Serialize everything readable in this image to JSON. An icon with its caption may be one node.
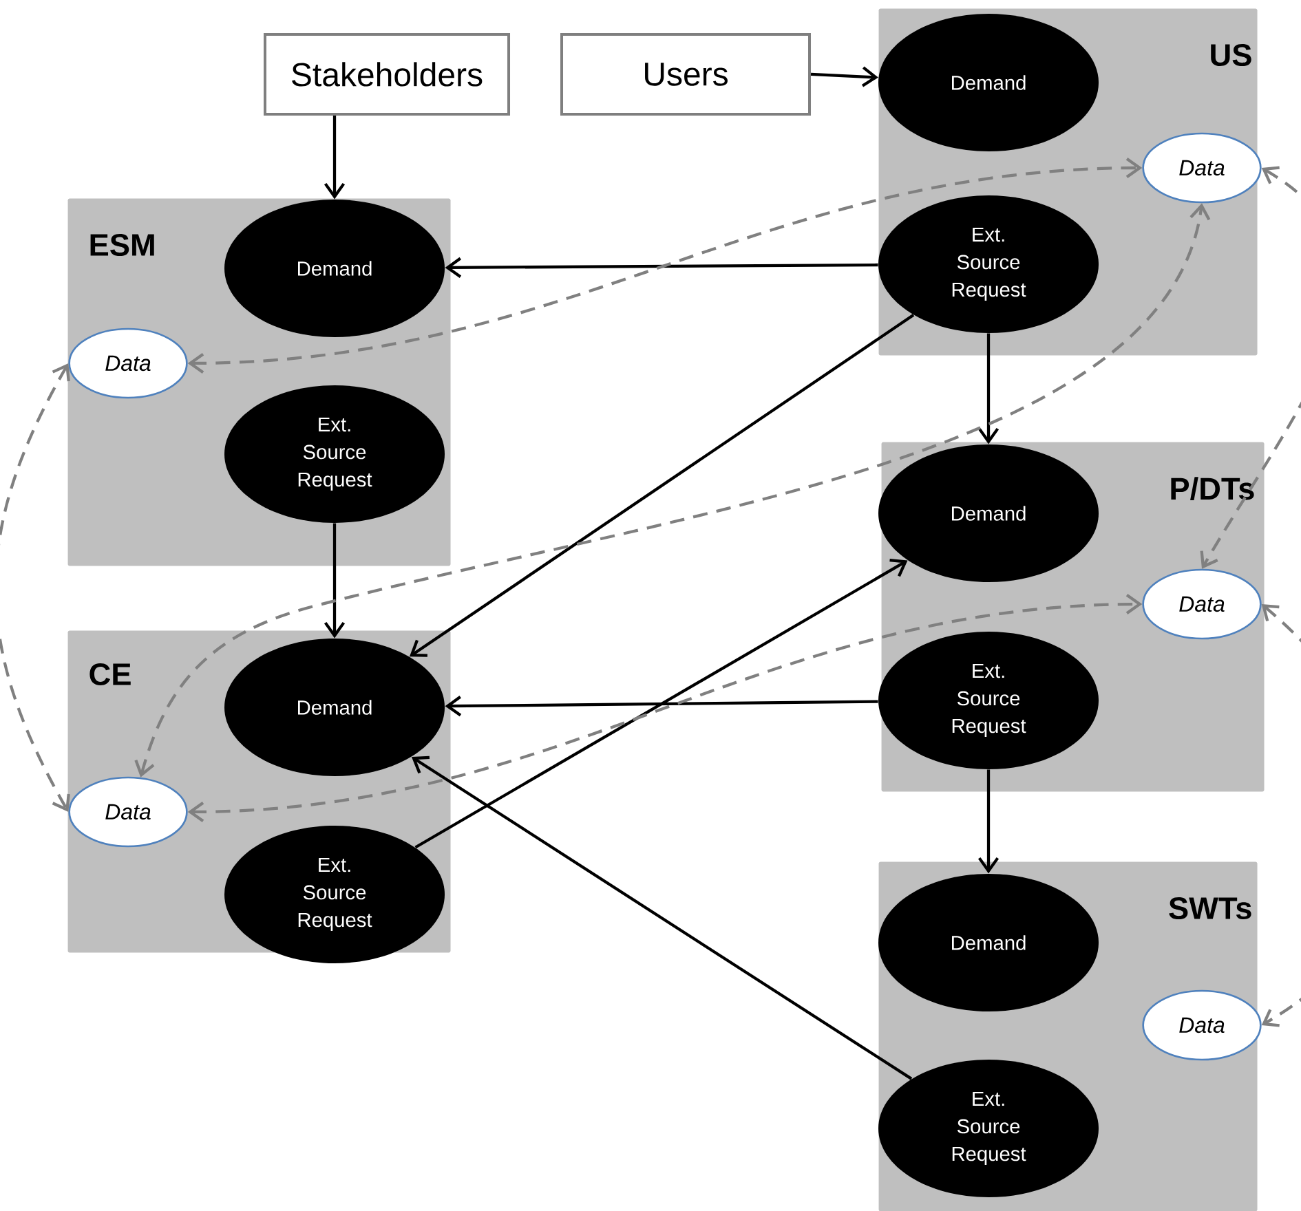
{
  "diagram": {
    "nodes": [
      {
        "text": [
          "Stakeholders"
        ]
      },
      {
        "text": [
          "Users"
        ]
      },
      {
        "text": [
          "US"
        ]
      },
      {
        "text": [
          "Demand"
        ],
        "in": 2
      },
      {
        "text": [
          "Data"
        ],
        "in": 2
      },
      {
        "text": [
          "Ext. Source Request"
        ],
        "in": 2
      },
      {
        "text": [
          "ESM"
        ]
      },
      {
        "text": [
          "Demand"
        ],
        "in": 6
      },
      {
        "text": [
          "Data"
        ],
        "in": 6
      },
      {
        "text": [
          "Ext. Source Request"
        ],
        "in": 6
      },
      {
        "text": [
          "P/DTs"
        ]
      },
      {
        "text": [
          "Demand"
        ],
        "in": 10
      },
      {
        "text": [
          "Data"
        ],
        "in": 10
      },
      {
        "text": [
          "Ext. Source Request"
        ],
        "in": 10
      },
      {
        "text": [
          "CE"
        ]
      },
      {
        "text": [
          "Demand"
        ],
        "in": 14
      },
      {
        "text": [
          "Data"
        ],
        "in": 14
      },
      {
        "text": [
          "Ext. Source Request"
        ],
        "in": 14
      },
      {
        "text": [
          "SWTs"
        ]
      },
      {
        "text": [
          "Demand"
        ],
        "in": 18
      },
      {
        "text": [
          "Data"
        ],
        "in": 18
      },
      {
        "text": [
          "Ext. Source Request"
        ],
        "in": 18
      }
    ],
    "edges": [
      {
        "from": 0,
        "to": 7,
        "arrow": "to"
      },
      {
        "from": 1,
        "to": 3,
        "arrow": "to"
      },
      {
        "from": 5,
        "to": 7,
        "arrow": "to"
      },
      {
        "from": 5,
        "to": 15,
        "arrow": "to"
      },
      {
        "from": 5,
        "to": 11,
        "arrow": "to"
      },
      {
        "from": 9,
        "to": 15,
        "arrow": "to"
      },
      {
        "from": 13,
        "to": 15,
        "arrow": "to"
      },
      {
        "from": 17,
        "to": 11,
        "arrow": "to"
      },
      {
        "from": 13,
        "to": 19,
        "arrow": "to"
      },
      {
        "from": 21,
        "to": 15,
        "arrow": "to"
      },
      {
        "from": 8,
        "to": 4,
        "arrow": "both",
        "style": "dashed",
        "color": "#808080"
      },
      {
        "from": 16,
        "to": 4,
        "arrow": "both",
        "style": "dashed",
        "color": "#808080"
      },
      {
        "from": 16,
        "to": 12,
        "arrow": "both",
        "style": "dashed",
        "color": "#808080"
      },
      {
        "from": 8,
        "to": 16,
        "arrow": "both",
        "style": "dashed",
        "color": "#808080"
      },
      {
        "from": 4,
        "to": 12,
        "arrow": "both",
        "style": "dashed",
        "color": "#808080"
      },
      {
        "from": 12,
        "to": 20,
        "arrow": "both",
        "style": "dashed",
        "color": "#808080"
      }
    ]
  }
}
